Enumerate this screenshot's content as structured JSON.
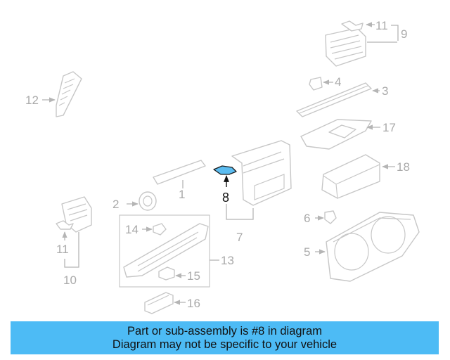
{
  "diagram": {
    "highlight_color": "#5bbcf0",
    "callouts": {
      "c1": "1",
      "c2": "2",
      "c3": "3",
      "c4": "4",
      "c5": "5",
      "c6": "6",
      "c7": "7",
      "c8": "8",
      "c9": "9",
      "c10": "10",
      "c11a": "11",
      "c11b": "11",
      "c12": "12",
      "c13": "13",
      "c14": "14",
      "c15": "15",
      "c16": "16",
      "c17": "17",
      "c18": "18"
    }
  },
  "banner": {
    "color": "#4dbbf5",
    "line1": "Part or sub-assembly is #8 in diagram",
    "line2": "Diagram may not be specific to your vehicle"
  }
}
